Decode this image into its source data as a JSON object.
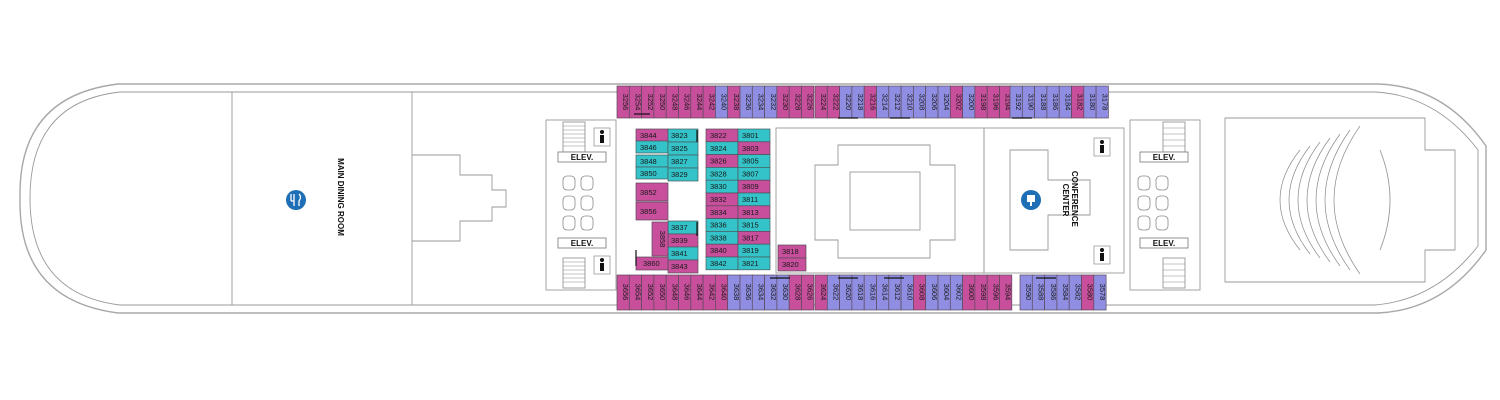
{
  "labels": {
    "main_dining": "MAIN DINING ROOM",
    "elev": "ELEV.",
    "conference": [
      "CONFERENCE",
      "CENTER"
    ]
  },
  "colors": {
    "cabin_pink": "#c74f9c",
    "cabin_blue": "#8f8ee2",
    "cabin_teal": "#33c3c8",
    "venue_icon": "#1e6fb5"
  },
  "icons": [
    "dining-icon",
    "conference-icon",
    "restroom-icon",
    "elevator-bank",
    "staircase",
    "theater-seating",
    "connecting-arrow-icon",
    "accessible-icon",
    "sofa-bed-icon"
  ],
  "cabins": {
    "top_row": [
      {
        "n": "3256",
        "c": "p"
      },
      {
        "n": "3254",
        "c": "p"
      },
      {
        "n": "3252",
        "c": "p"
      },
      {
        "n": "3250",
        "c": "p"
      },
      {
        "n": "3248",
        "c": "p"
      },
      {
        "n": "3246",
        "c": "p"
      },
      {
        "n": "3244",
        "c": "p"
      },
      {
        "n": "3242",
        "c": "p"
      },
      {
        "n": "3240",
        "c": "b"
      },
      {
        "n": "3238",
        "c": "p"
      },
      {
        "n": "3236",
        "c": "b"
      },
      {
        "n": "3234",
        "c": "b"
      },
      {
        "n": "3232",
        "c": "b"
      },
      {
        "n": "3230",
        "c": "p"
      },
      {
        "n": "3228",
        "c": "p"
      },
      {
        "n": "3226",
        "c": "p"
      },
      {
        "n": "3224",
        "c": "p"
      },
      {
        "n": "3222",
        "c": "p"
      },
      {
        "n": "3220",
        "c": "b"
      },
      {
        "n": "3218",
        "c": "b"
      },
      {
        "n": "3216",
        "c": "p"
      },
      {
        "n": "3214",
        "c": "b"
      },
      {
        "n": "3212",
        "c": "b"
      },
      {
        "n": "3210",
        "c": "b"
      },
      {
        "n": "3208",
        "c": "b"
      },
      {
        "n": "3206",
        "c": "b"
      },
      {
        "n": "3204",
        "c": "b"
      },
      {
        "n": "3202",
        "c": "p"
      },
      {
        "n": "3200",
        "c": "b"
      },
      {
        "n": "3198",
        "c": "p"
      },
      {
        "n": "3196",
        "c": "p"
      },
      {
        "n": "3194",
        "c": "p"
      },
      {
        "n": "3192",
        "c": "b"
      },
      {
        "n": "3190",
        "c": "b"
      },
      {
        "n": "3188",
        "c": "b"
      },
      {
        "n": "3186",
        "c": "b"
      },
      {
        "n": "3184",
        "c": "b"
      },
      {
        "n": "3182",
        "c": "p"
      },
      {
        "n": "3180",
        "c": "b"
      },
      {
        "n": "3178",
        "c": "b"
      }
    ],
    "bottom_row": [
      {
        "n": "3656",
        "c": "p"
      },
      {
        "n": "3654",
        "c": "p"
      },
      {
        "n": "3652",
        "c": "p"
      },
      {
        "n": "3650",
        "c": "p"
      },
      {
        "n": "3648",
        "c": "p"
      },
      {
        "n": "3646",
        "c": "p"
      },
      {
        "n": "3644",
        "c": "p"
      },
      {
        "n": "3642",
        "c": "p"
      },
      {
        "n": "3640",
        "c": "p"
      },
      {
        "n": "3638",
        "c": "b"
      },
      {
        "n": "3636",
        "c": "b"
      },
      {
        "n": "3634",
        "c": "b"
      },
      {
        "n": "3632",
        "c": "b"
      },
      {
        "n": "3630",
        "c": "b"
      },
      {
        "n": "3628",
        "c": "p"
      },
      {
        "n": "3626",
        "c": "p"
      },
      {
        "n": "3624",
        "c": "p"
      },
      {
        "n": "3622",
        "c": "b"
      },
      {
        "n": "3620",
        "c": "b"
      },
      {
        "n": "3618",
        "c": "b"
      },
      {
        "n": "3616",
        "c": "b"
      },
      {
        "n": "3614",
        "c": "b"
      },
      {
        "n": "3612",
        "c": "b"
      },
      {
        "n": "3610",
        "c": "b"
      },
      {
        "n": "3608",
        "c": "p"
      },
      {
        "n": "3606",
        "c": "b"
      },
      {
        "n": "3604",
        "c": "b"
      },
      {
        "n": "3602",
        "c": "b"
      },
      {
        "n": "3600",
        "c": "p"
      },
      {
        "n": "3598",
        "c": "p"
      },
      {
        "n": "3596",
        "c": "p"
      },
      {
        "n": "3594",
        "c": "p"
      },
      {
        "n": "3590",
        "c": "b"
      },
      {
        "n": "3588",
        "c": "b"
      },
      {
        "n": "3586",
        "c": "b"
      },
      {
        "n": "3584",
        "c": "b"
      },
      {
        "n": "3582",
        "c": "b"
      },
      {
        "n": "3580",
        "c": "p"
      },
      {
        "n": "3578",
        "c": "b"
      }
    ],
    "block_a": [
      {
        "n": "3844",
        "c": "p"
      },
      {
        "n": "3846",
        "c": "t"
      },
      {
        "n": "3848",
        "c": "t"
      },
      {
        "n": "3850",
        "c": "t"
      },
      {
        "n": "3852",
        "c": "p"
      },
      {
        "n": "3856",
        "c": "p"
      }
    ],
    "block_b": [
      {
        "n": "3823",
        "c": "t"
      },
      {
        "n": "3825",
        "c": "t"
      },
      {
        "n": "3827",
        "c": "t"
      },
      {
        "n": "3829",
        "c": "t"
      }
    ],
    "block_c": [
      {
        "n": "3837",
        "c": "t"
      },
      {
        "n": "3839",
        "c": "p"
      },
      {
        "n": "3841",
        "c": "t"
      },
      {
        "n": "3843",
        "c": "p"
      }
    ],
    "block_d": [
      {
        "n": "3858",
        "c": "p"
      },
      {
        "n": "3860",
        "c": "p"
      }
    ],
    "block_e_left": [
      {
        "n": "3822",
        "c": "p"
      },
      {
        "n": "3824",
        "c": "t"
      },
      {
        "n": "3826",
        "c": "p"
      },
      {
        "n": "3828",
        "c": "t"
      },
      {
        "n": "3830",
        "c": "t"
      },
      {
        "n": "3832",
        "c": "p"
      },
      {
        "n": "3834",
        "c": "p"
      },
      {
        "n": "3836",
        "c": "t"
      },
      {
        "n": "3838",
        "c": "t"
      },
      {
        "n": "3840",
        "c": "p"
      },
      {
        "n": "3842",
        "c": "t"
      }
    ],
    "block_e_right": [
      {
        "n": "3801",
        "c": "t"
      },
      {
        "n": "3803",
        "c": "p"
      },
      {
        "n": "3805",
        "c": "t"
      },
      {
        "n": "3807",
        "c": "t"
      },
      {
        "n": "3809",
        "c": "p"
      },
      {
        "n": "3811",
        "c": "t"
      },
      {
        "n": "3813",
        "c": "p"
      },
      {
        "n": "3815",
        "c": "t"
      },
      {
        "n": "3817",
        "c": "p"
      },
      {
        "n": "3819",
        "c": "t"
      },
      {
        "n": "3821",
        "c": "t"
      }
    ],
    "block_f": [
      {
        "n": "3818",
        "c": "p"
      },
      {
        "n": "3820",
        "c": "p"
      }
    ]
  }
}
